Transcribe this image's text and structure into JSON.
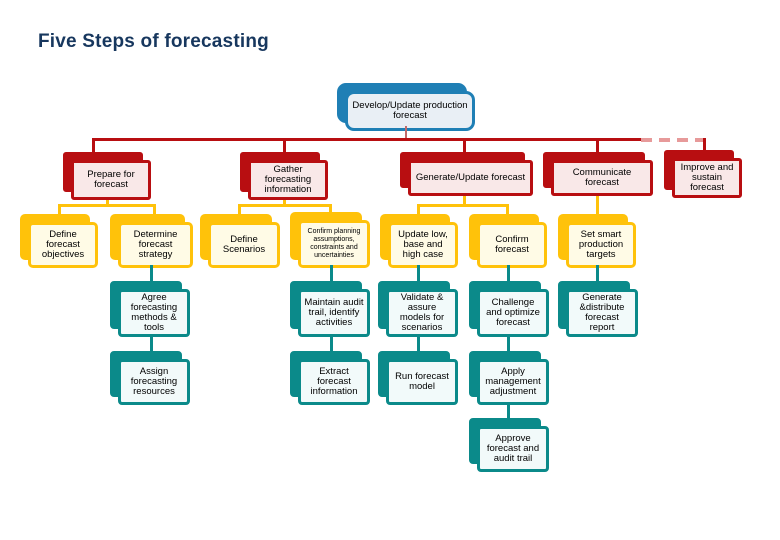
{
  "slide": {
    "title": "Five Steps of forecasting",
    "title_color": "#17375E",
    "background": "#FFFFFF"
  },
  "palette": {
    "root_blue": "#1F7FB5",
    "root_blue_fill": "#E9EFF5",
    "level1_red": "#B80E11",
    "level1_red_fill": "#F9E8E8",
    "level2_yellow": "#FFC20A",
    "level2_yellow_fill": "#FFFBE6",
    "level3_teal": "#0B8A8A",
    "level3_teal_fill": "#F2FAFA",
    "dashed_red": "#E79A9A"
  },
  "chart_data": {
    "type": "diagram",
    "title": "Five Steps of forecasting",
    "orientation": "top-down-tree",
    "root": {
      "label": "Develop/Update production forecast",
      "color": "#1F7FB5"
    },
    "branches": [
      {
        "label": "Prepare for forecast",
        "color": "#B80E11",
        "children": [
          {
            "label": "Define forecast objectives",
            "color": "#FFC20A",
            "children": []
          },
          {
            "label": "Determine forecast strategy",
            "color": "#FFC20A",
            "children": [
              {
                "label": "Agree forecasting methods & tools",
                "color": "#0B8A8A"
              },
              {
                "label": "Assign forecasting resources",
                "color": "#0B8A8A"
              }
            ]
          }
        ]
      },
      {
        "label": "Gather forecasting information",
        "color": "#B80E11",
        "children": [
          {
            "label": "Define Scenarios",
            "color": "#FFC20A",
            "children": []
          },
          {
            "label": "Confirm planning assumptions, constraints and uncertainties",
            "color": "#FFC20A",
            "children": [
              {
                "label": "Maintain audit trail, identify activities",
                "color": "#0B8A8A"
              },
              {
                "label": "Extract forecast information",
                "color": "#0B8A8A"
              }
            ]
          }
        ]
      },
      {
        "label": "Generate/Update forecast",
        "color": "#B80E11",
        "children": [
          {
            "label": "Update low, base and high case",
            "color": "#FFC20A",
            "children": [
              {
                "label": "Validate & assure models for scenarios",
                "color": "#0B8A8A"
              },
              {
                "label": "Run forecast model",
                "color": "#0B8A8A"
              }
            ]
          },
          {
            "label": "Confirm forecast",
            "color": "#FFC20A",
            "children": [
              {
                "label": "Challenge and optimize forecast",
                "color": "#0B8A8A"
              },
              {
                "label": "Apply management adjustment",
                "color": "#0B8A8A"
              },
              {
                "label": "Approve forecast and audit trail",
                "color": "#0B8A8A"
              }
            ]
          }
        ]
      },
      {
        "label": "Communicate forecast",
        "color": "#B80E11",
        "children": [
          {
            "label": "Set smart production targets",
            "color": "#FFC20A",
            "children": [
              {
                "label": "Generate &distribute forecast report",
                "color": "#0B8A8A"
              }
            ]
          }
        ]
      },
      {
        "label": "Improve and sustain forecast",
        "color": "#B80E11",
        "children": []
      }
    ]
  },
  "nodes": {
    "root": "Develop/Update production forecast",
    "l1": {
      "prepare": "Prepare for forecast",
      "gather": "Gather forecasting information",
      "generate": "Generate/Update forecast",
      "communicate": "Communicate forecast",
      "improve": "Improve and sustain forecast"
    },
    "l2": {
      "define_objectives": "Define forecast objectives",
      "determine_strategy": "Determine forecast strategy",
      "define_scenarios": "Define Scenarios",
      "confirm_planning": "Confirm planning assumptions, constraints and uncertainties",
      "update_case": "Update low, base and high case",
      "confirm_forecast": "Confirm forecast",
      "set_targets": "Set smart production targets"
    },
    "l3": {
      "agree_methods": "Agree forecasting methods & tools",
      "maintain_audit": "Maintain audit trail, identify activities",
      "validate_models": "Validate & assure models for scenarios",
      "challenge_optimize": "Challenge and optimize forecast",
      "generate_report": "Generate &distribute forecast report"
    },
    "l4": {
      "assign_resources": "Assign forecasting resources",
      "extract_info": "Extract forecast information",
      "run_model": "Run forecast model",
      "apply_adjustment": "Apply management adjustment"
    },
    "l5": {
      "approve_trail": "Approve forecast and audit trail"
    }
  }
}
